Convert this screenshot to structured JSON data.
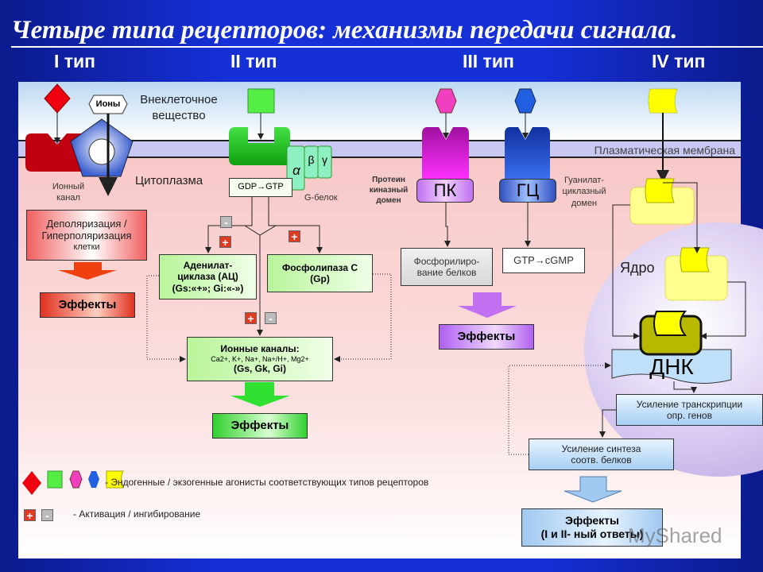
{
  "title": "Четыре типа рецепторов: механизмы передачи сигнала.",
  "types": [
    "I тип",
    "II тип",
    "III тип",
    "IV тип"
  ],
  "labels": {
    "extracellular": "Внеклеточное вещество",
    "cytoplasm": "Цитоплазма",
    "membrane": "Плазматическая мембрана",
    "nucleus": "Ядро",
    "ions": "Ионы",
    "ion_channel": "Ионный канал",
    "g_protein": "G-белок",
    "protein_kinase_domain": "Протеин киназный домен",
    "guanylate_domain": "Гуанилат-циклазный домен"
  },
  "type1": {
    "box": [
      "Деполяризация /",
      "Гиперполяризация",
      "клетки"
    ],
    "effects": "Эффекты"
  },
  "type2": {
    "gdp": "GDP→GTP",
    "alpha": "α",
    "beta": "β",
    "gamma": "γ",
    "adenylate": [
      "Аденилат-",
      "циклаза (АЦ)",
      "(Gs:«+»; Gi:«-»)"
    ],
    "phospholipase": [
      "Фосфолипаза С",
      "(Gp)"
    ],
    "ion_channels": {
      "title": "Ионные каналы:",
      "ions": "Ca2+, K+, Na+, Na+/H+, Mg2+",
      "g": "(Gs, Gk, Gi)"
    },
    "effects": "Эффекты"
  },
  "type3": {
    "pk": "ПК",
    "gc": "ГЦ",
    "phos": [
      "Фосфорилиро-",
      "вание белков"
    ],
    "cgmp": "GTP→cGMP",
    "effects": "Эффекты"
  },
  "type4": {
    "dna": "ДНК",
    "transcription": [
      "Усиление транскрипции",
      "опр. генов"
    ],
    "synthesis": [
      "Усиление синтеза",
      "соотв. белков"
    ],
    "effects": [
      "Эффекты",
      "(I и II- ный ответы)"
    ]
  },
  "legend": {
    "agonists": "- Эндогенные / экзогенные агонисты соответствующих типов рецепторов",
    "activation": "- Активация / ингибирование",
    "plus": "+",
    "minus": "-"
  },
  "watermark": "MyShared",
  "colors": {
    "type1": "#e0101a",
    "type2": "#22cc22",
    "type3_pk": "#e020e0",
    "type3_gc": "#2050d0",
    "type4": "#ffff00"
  }
}
